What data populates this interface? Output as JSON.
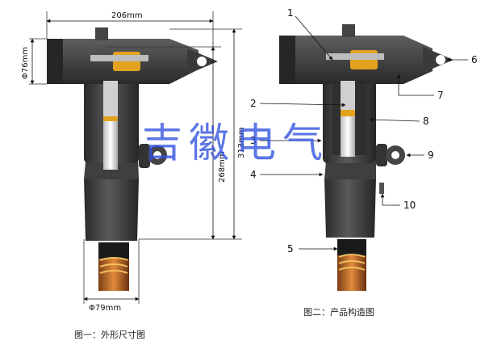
{
  "figure1": {
    "caption": "图一：外形尺寸图",
    "dim_width": "206mm",
    "dim_head_dia": "Φ76mm",
    "dim_body_dia": "Φ79mm",
    "dim_height_short": "268mm",
    "dim_height_total": "313mm"
  },
  "figure2": {
    "caption": "图二：产品构造图",
    "part_numbers": [
      "1",
      "2",
      "3",
      "4",
      "5",
      "6",
      "7",
      "8",
      "9",
      "10"
    ]
  },
  "watermark": "吉徽电气",
  "colors": {
    "body_dark": "#3c3c3c",
    "body_mid": "#555555",
    "brass": "#e3a21d",
    "orange_cable": "#d97a2a",
    "watermark": "#2e4fe0"
  }
}
